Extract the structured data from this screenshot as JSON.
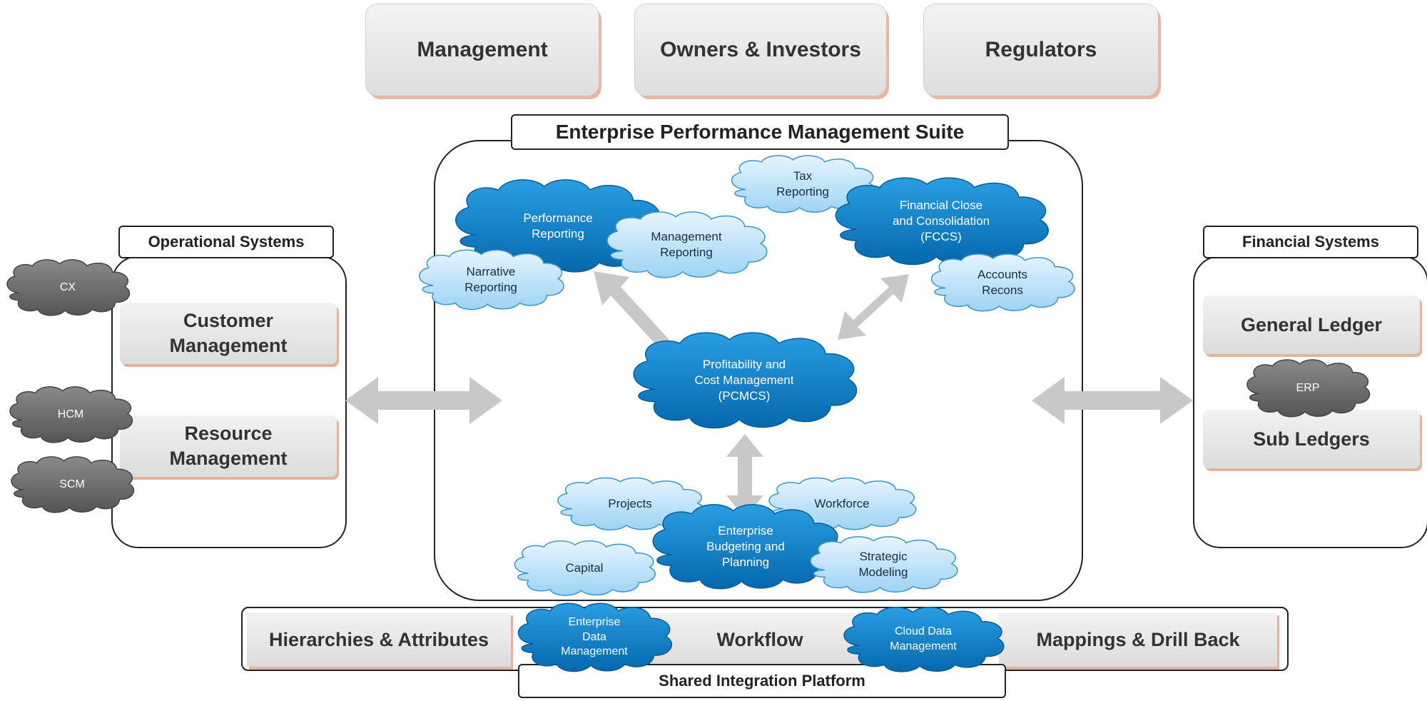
{
  "stakeholders": {
    "management": "Management",
    "owners": "Owners & Investors",
    "regulators": "Regulators"
  },
  "epm": {
    "title": "Enterprise Performance Management Suite",
    "performance_reporting": "Performance\nReporting",
    "management_reporting": "Management\nReporting",
    "narrative_reporting": "Narrative\nReporting",
    "tax_reporting": "Tax\nReporting",
    "fccs": "Financial Close\nand Consolidation\n(FCCS)",
    "accounts_recons": "Accounts\nRecons",
    "pcmcs": "Profitability and\nCost Management\n(PCMCS)",
    "projects": "Projects",
    "workforce": "Workforce",
    "epbcs": "Enterprise\nBudgeting and\nPlanning",
    "capital": "Capital",
    "strategic_modeling": "Strategic\nModeling"
  },
  "operational": {
    "title": "Operational Systems",
    "customer_management": "Customer\nManagement",
    "resource_management": "Resource\nManagement",
    "cx": "CX",
    "hcm": "HCM",
    "scm": "SCM"
  },
  "financial": {
    "title": "Financial Systems",
    "general_ledger": "General Ledger",
    "sub_ledgers": "Sub Ledgers",
    "erp": "ERP"
  },
  "integration": {
    "title": "Shared Integration Platform",
    "hierarchies": "Hierarchies & Attributes",
    "workflow": "Workflow",
    "mappings": "Mappings & Drill Back",
    "edm": "Enterprise\nData\nManagement",
    "cloud_data_management": "Cloud Data\nManagement"
  },
  "colors": {
    "cloud_dark": "#0a7fc6",
    "cloud_light": "#bfe4f9",
    "cloud_gray": "#6e6e6e",
    "arrow": "#c8c8c8",
    "accent_shadow": "#e2b49d"
  }
}
